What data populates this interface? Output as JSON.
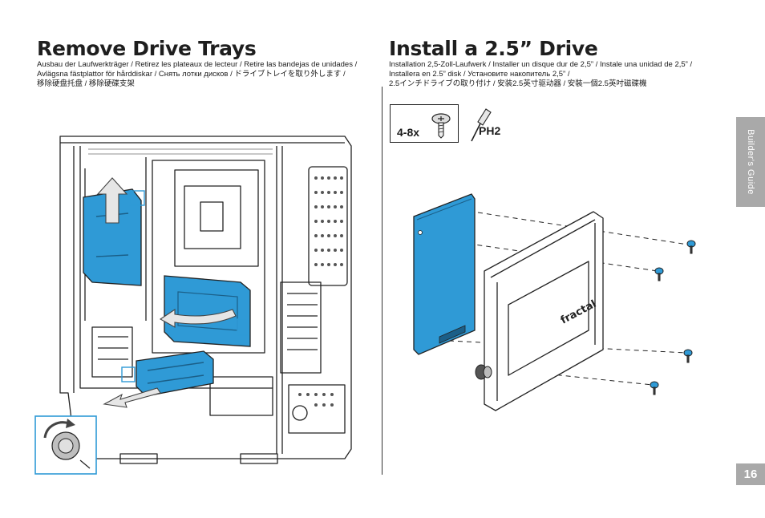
{
  "left": {
    "title": "Remove Drive Trays",
    "subtitle_lines": [
      "Ausbau der Laufwerkträger / Retirez les plateaux de lecteur  / Retire las bandejas de unidades  /",
      "Avlägsna fästplattor för hårddiskar / Снять лотки дисков  / ドライブトレイを取り外します  /",
      "移除硬盘托盘 / 移除硬碟支架"
    ]
  },
  "right": {
    "title": "Install a 2.5” Drive",
    "subtitle_lines": [
      "Installation 2,5-Zoll-Laufwerk / Installer un disque dur de 2,5”   / Instale una unidad de 2,5” /",
      "Installera en 2.5” disk / Установите накопитель 2,5” /",
      "2.5インチドライブの取り付け / 安装2.5英寸驱动器 / 安裝一個2.5英吋磁碟機"
    ],
    "screw_quantity": "4-8x",
    "tool": "PH2"
  },
  "side_tab": "Builder's Guide",
  "page_number": "16",
  "brand_label": "fractal",
  "colors": {
    "accent": "#2f9ad6",
    "line": "#222222",
    "tab_gray": "#a9a9a9"
  }
}
